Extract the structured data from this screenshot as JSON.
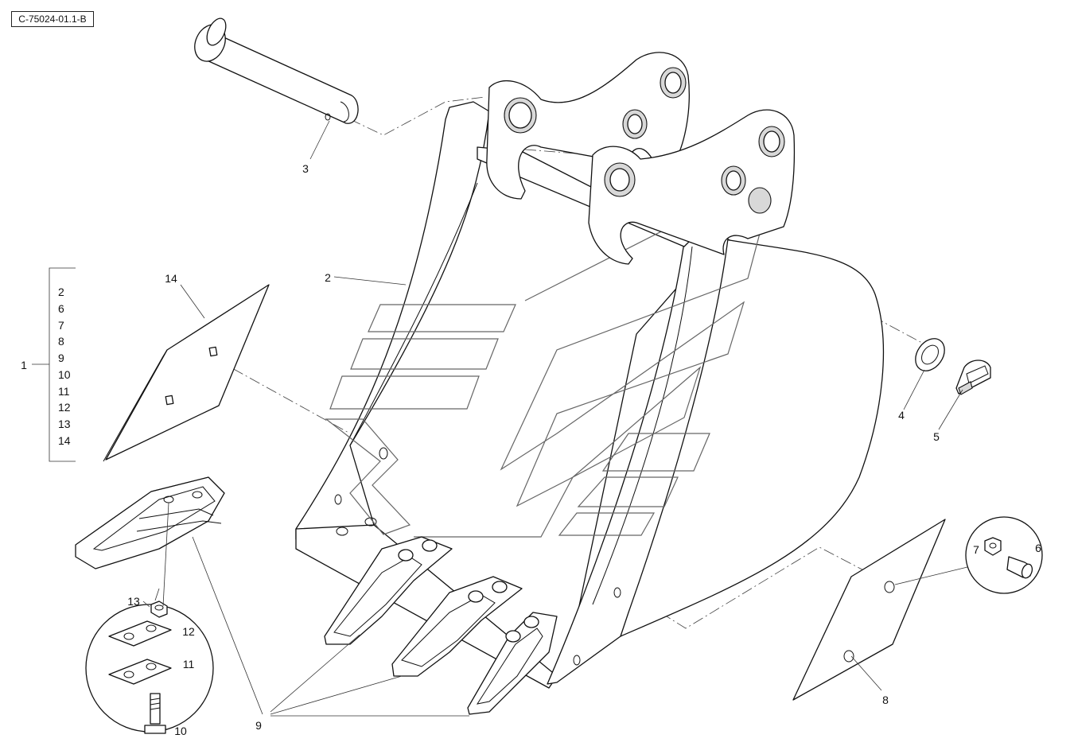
{
  "drawing_ref": "C-75024-01.1-B",
  "callouts": {
    "n1": "1",
    "n2": "2",
    "n3": "3",
    "n4": "4",
    "n5": "5",
    "n6": "6",
    "n7": "7",
    "n8": "8",
    "n9": "9",
    "n10": "10",
    "n11": "11",
    "n12": "12",
    "n13": "13",
    "n14": "14"
  },
  "kit_contents": [
    "2",
    "6",
    "7",
    "8",
    "9",
    "10",
    "11",
    "12",
    "13",
    "14"
  ]
}
